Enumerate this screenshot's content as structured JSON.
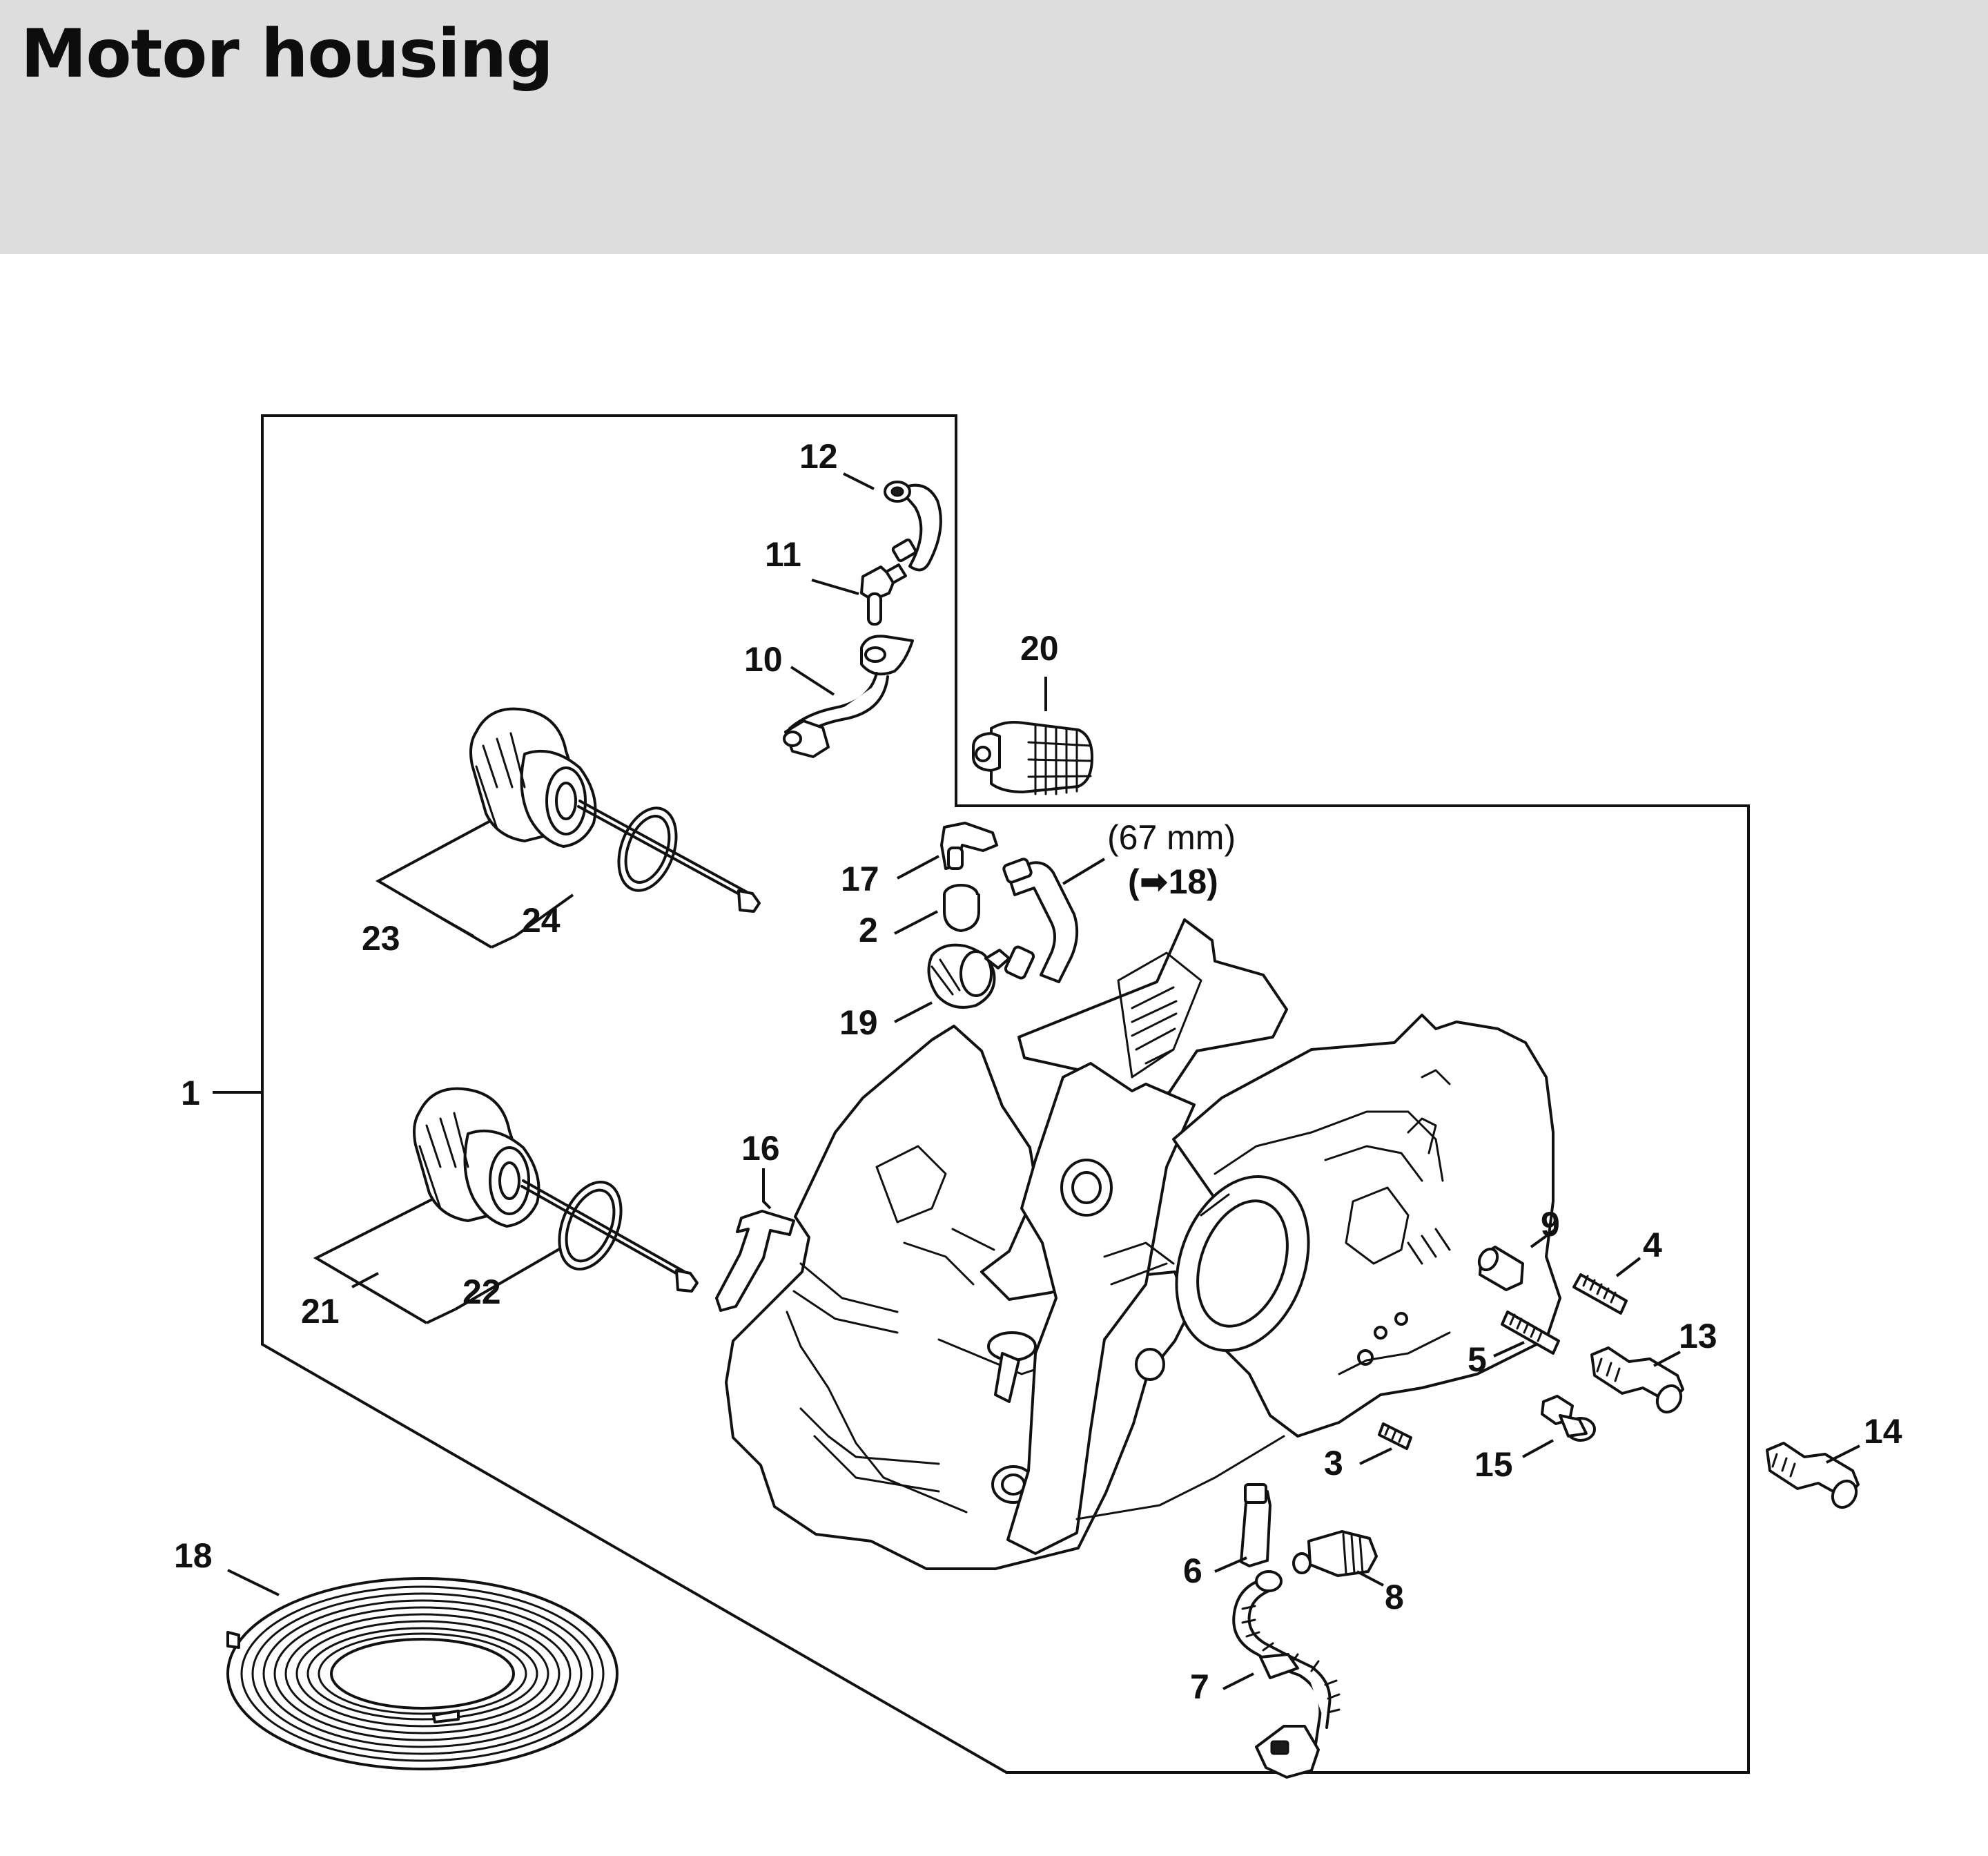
{
  "header": {
    "title": "Motor housing",
    "background": "#dcdddc"
  },
  "diagram": {
    "callouts": [
      "1",
      "2",
      "3",
      "4",
      "5",
      "6",
      "7",
      "8",
      "9",
      "10",
      "11",
      "12",
      "13",
      "14",
      "15",
      "16",
      "17",
      "18",
      "19",
      "20",
      "21",
      "22",
      "23",
      "24"
    ],
    "note": {
      "line1": "(67 mm)",
      "line2_prefix": "(",
      "line2_arrow": "➡",
      "line2_ref": "18)"
    }
  }
}
